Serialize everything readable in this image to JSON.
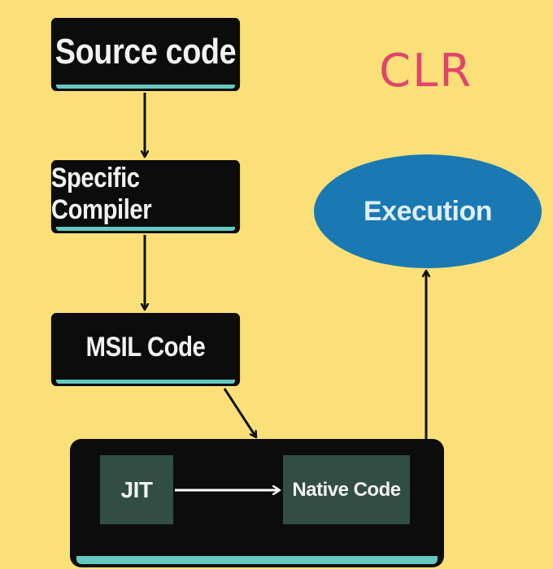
{
  "title": "CLR",
  "nodes": {
    "source": "Source code",
    "compiler": "Specific Compiler",
    "msil": "MSIL Code",
    "jit": "JIT",
    "native": "Native Code",
    "execution": "Execution"
  },
  "colors": {
    "background": "#fbe07a",
    "box": "#0c0c0c",
    "box_accent": "#63c9c0",
    "inner_box": "#314d44",
    "execution": "#1a79b3",
    "title": "#e0456d"
  },
  "edges": [
    {
      "from": "source",
      "to": "compiler"
    },
    {
      "from": "compiler",
      "to": "msil"
    },
    {
      "from": "msil",
      "to": "clr-runtime-box"
    },
    {
      "from": "jit",
      "to": "native"
    },
    {
      "from": "clr-runtime-box",
      "to": "execution"
    }
  ]
}
